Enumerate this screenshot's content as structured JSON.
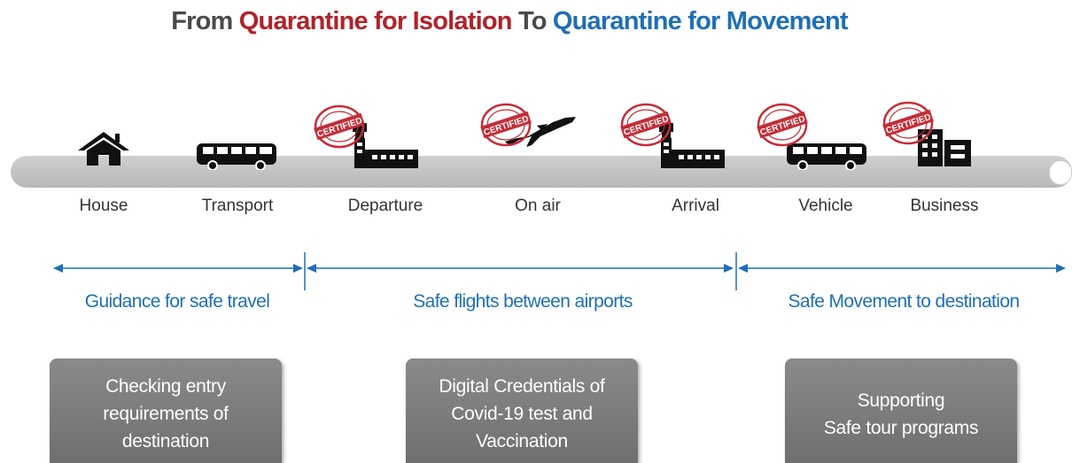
{
  "title": {
    "part1": "From ",
    "part2": "Quarantine for Isolation",
    "part3": " To ",
    "part4": "Quarantine for Movement",
    "colors": {
      "dark": "#4a4a4a",
      "red": "#b0232a",
      "blue": "#1f6fb5"
    }
  },
  "stages": [
    {
      "label": "House",
      "icon": "house-icon",
      "certified": false
    },
    {
      "label": "Transport",
      "icon": "bus-icon",
      "certified": false
    },
    {
      "label": "Departure",
      "icon": "airport-terminal-icon",
      "certified": true
    },
    {
      "label": "On air",
      "icon": "airplane-icon",
      "certified": true
    },
    {
      "label": "Arrival",
      "icon": "airport-terminal-icon",
      "certified": true
    },
    {
      "label": "Vehicle",
      "icon": "bus-icon",
      "certified": true
    },
    {
      "label": "Business",
      "icon": "office-building-icon",
      "certified": true
    }
  ],
  "certified_stamp": {
    "text": "CERTIFIED",
    "color": "#c42d38"
  },
  "phases": [
    {
      "label": "Guidance for safe travel"
    },
    {
      "label": "Safe flights between airports"
    },
    {
      "label": "Safe Movement to destination"
    }
  ],
  "boxes": [
    {
      "lines": [
        "Checking entry",
        "requirements of",
        "destination"
      ]
    },
    {
      "lines": [
        "Digital Credentials of",
        "Covid-19 test and",
        "Vaccination"
      ]
    },
    {
      "lines": [
        "Supporting",
        "Safe tour programs"
      ]
    }
  ],
  "colors": {
    "accent": "#1f6fb5",
    "box": "#7a7a7a",
    "track": "#c4c4c4",
    "icon": "#111111"
  }
}
